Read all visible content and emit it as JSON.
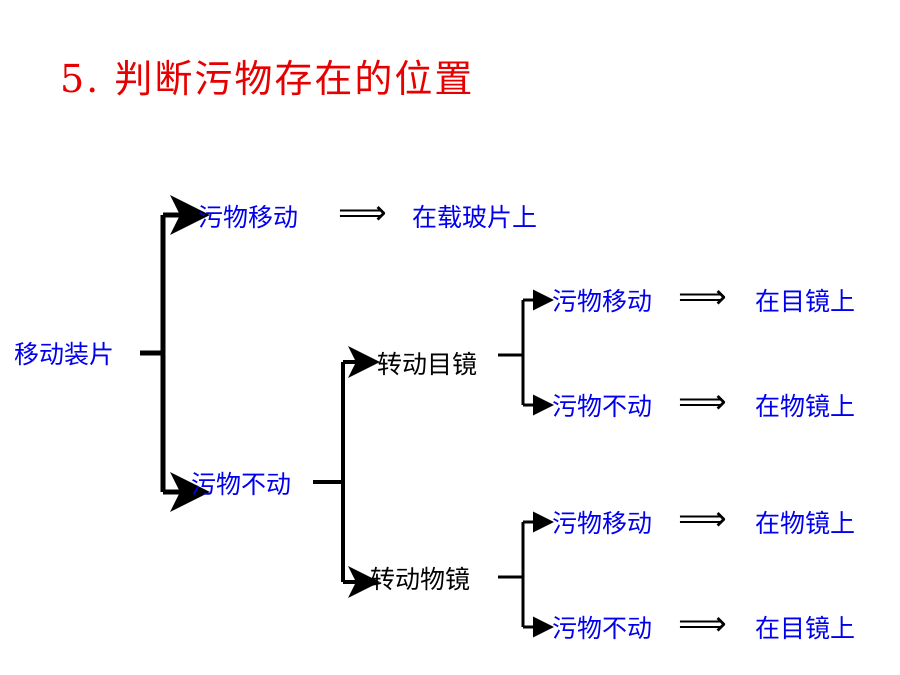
{
  "title": "5. 判断污物存在的位置",
  "tree": {
    "root": "移动装片",
    "branch_moves": {
      "label": "污物移动",
      "result": "在载玻片上"
    },
    "branch_stays": {
      "label": "污物不动"
    },
    "rotate_eyepiece": {
      "label": "转动目镜",
      "moves": {
        "label": "污物移动",
        "result": "在目镜上"
      },
      "stays": {
        "label": "污物不动",
        "result": "在物镜上"
      }
    },
    "rotate_objective": {
      "label": "转动物镜",
      "moves": {
        "label": "污物移动",
        "result": "在物镜上"
      },
      "stays": {
        "label": "污物不动",
        "result": "在目镜上"
      }
    }
  },
  "arrow_symbol": "⟹",
  "colors": {
    "title": "#e60000",
    "node_text": "#0000ee",
    "lines": "#000000"
  }
}
